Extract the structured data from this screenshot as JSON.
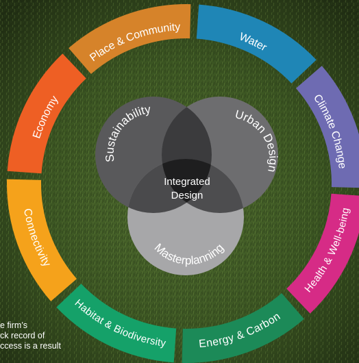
{
  "ring_segments": [
    {
      "label": "Water",
      "color": "#1f86b6"
    },
    {
      "label": "Climate Change",
      "color": "#6e6bb2"
    },
    {
      "label": "Health & Well-being",
      "color": "#d62b86"
    },
    {
      "label": "Energy & Carbon",
      "color": "#1c8a58"
    },
    {
      "label": "Habitat & Biodiversity",
      "color": "#15a169"
    },
    {
      "label": "Connectivity",
      "color": "#f5a21b"
    },
    {
      "label": "Economy",
      "color": "#ee5f24"
    },
    {
      "label": "Place & Community",
      "color": "#d6832a"
    }
  ],
  "venn": {
    "sustainability": "Sustainability",
    "urban_design": "Urban Design",
    "masterplanning": "Masterplanning",
    "center_line1": "Integrated",
    "center_line2": "Design"
  },
  "body_text": [
    "e firm’s",
    "ck record of",
    "ccess is a result"
  ],
  "colors": {
    "background_grass": "#3f5a26",
    "venn_left": "#59595b",
    "venn_right": "#6d6d6f",
    "venn_bottom": "#a7a7a9",
    "venn_overlap": "#3b3b3d",
    "venn_center": "#1e1e1f"
  }
}
